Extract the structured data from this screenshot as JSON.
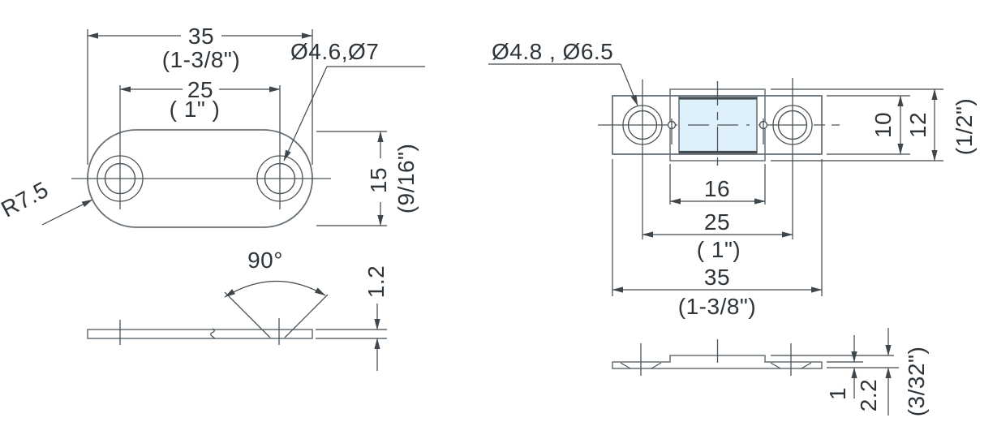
{
  "drawing": {
    "front_view_left": {
      "overall_width_mm": "35",
      "overall_width_in": "(1-3/8\")",
      "hole_spacing_mm": "25",
      "hole_spacing_in": "( 1\" )",
      "hole_diameters": "Ø4.6,Ø7",
      "corner_radius": "R7.5",
      "height_mm": "15",
      "height_in": "(9/16\")"
    },
    "side_view_left": {
      "countersink_angle": "90°",
      "thickness_mm": "1.2"
    },
    "front_view_right": {
      "hole_diameters": "Ø4.8 , Ø6.5",
      "magnet_width_mm": "16",
      "hole_spacing_mm": "25",
      "hole_spacing_in": "( 1\")",
      "overall_width_mm": "35",
      "overall_width_in": "(1-3/8\")",
      "body_height_mm": "10",
      "overall_height_mm": "12",
      "overall_height_in": "(1/2\")"
    },
    "side_view_right": {
      "base_thickness_mm": "1",
      "overall_thickness_mm": "2.2",
      "overall_thickness_in": "(3/32\")"
    },
    "colors": {
      "part_fill": "#def1fa",
      "boss_fill": "#d0e7f3",
      "outline": "#667077",
      "dimension_line": "#3f474c",
      "text": "#2e353a"
    }
  }
}
